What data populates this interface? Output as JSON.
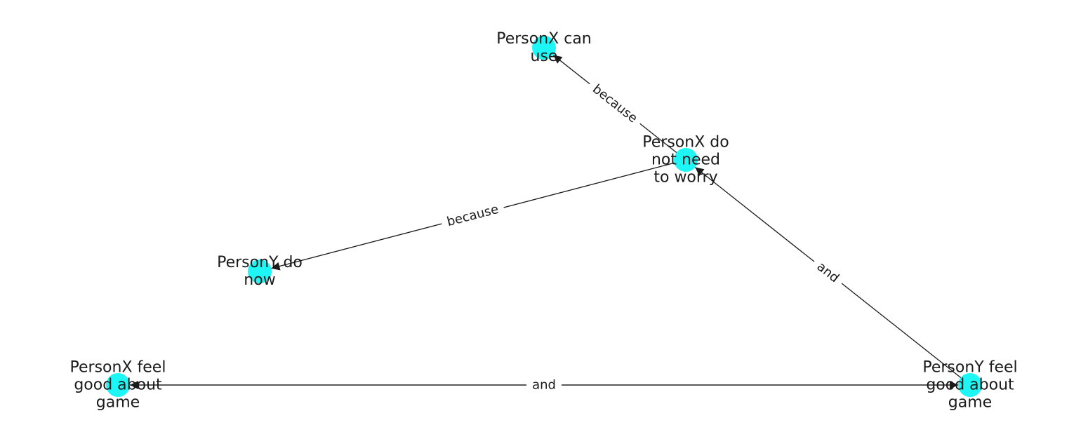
{
  "colors": {
    "node_fill": "#1ef6f6",
    "edge": "#1a1a1a",
    "text": "#1a1a1a",
    "background": "#ffffff"
  },
  "nodes": [
    {
      "id": "n_can_use",
      "label_lines": [
        "PersonX can",
        "use"
      ]
    },
    {
      "id": "n_not_need",
      "label_lines": [
        "PersonX do",
        "not need",
        "to worry"
      ]
    },
    {
      "id": "n_y_do_now",
      "label_lines": [
        "PersonY do",
        "now"
      ]
    },
    {
      "id": "n_x_feel",
      "label_lines": [
        "PersonX feel",
        "good about",
        "game"
      ]
    },
    {
      "id": "n_y_feel",
      "label_lines": [
        "PersonY feel",
        "good about",
        "game"
      ]
    }
  ],
  "edges": [
    {
      "id": "e1",
      "source": "n_not_need",
      "target": "n_can_use",
      "label": "because"
    },
    {
      "id": "e2",
      "source": "n_not_need",
      "target": "n_y_do_now",
      "label": "because"
    },
    {
      "id": "e3",
      "source": "n_y_feel",
      "target": "n_not_need",
      "label": "and"
    },
    {
      "id": "e4",
      "source": "n_y_feel",
      "target": "n_x_feel",
      "label": "and"
    },
    {
      "id": "e5",
      "source": "n_x_feel",
      "target": "n_y_feel",
      "label": "and"
    }
  ]
}
